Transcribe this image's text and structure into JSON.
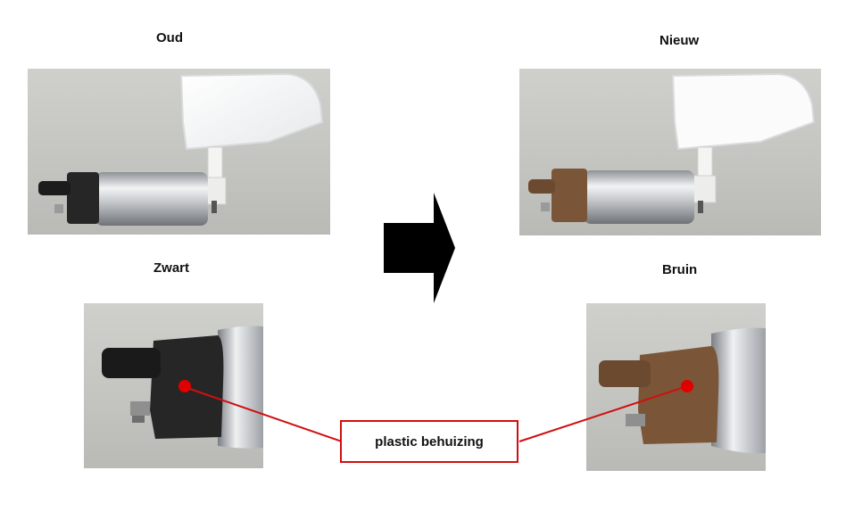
{
  "labels": {
    "old": "Oud",
    "new": "Nieuw",
    "black": "Zwart",
    "brown": "Bruin"
  },
  "callout": {
    "text": "plastic behuizing"
  },
  "colors": {
    "old_housing": "#262626",
    "new_housing": "#7a5538",
    "callout_line": "#d01010",
    "marker_dot": "#e00000",
    "arrow": "#000000"
  },
  "icons": {
    "arrow": "right-arrow-icon"
  }
}
